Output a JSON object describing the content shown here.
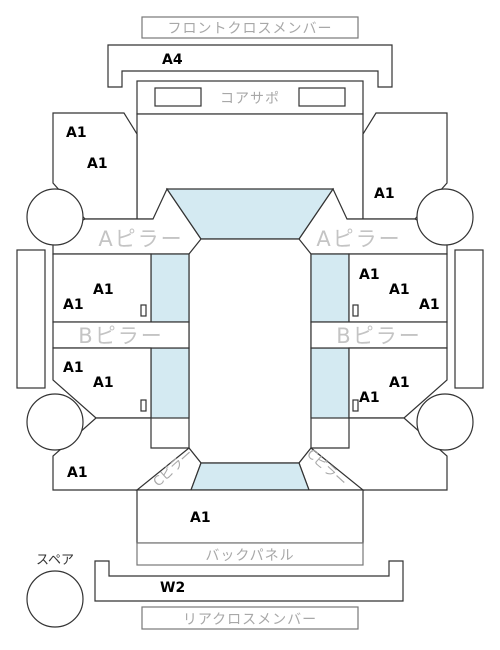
{
  "labels": {
    "front_cross_member": "フロントクロスメンバー",
    "core_support": "コアサポ",
    "a_pillar_left": "Aピラー",
    "a_pillar_right": "Aピラー",
    "b_pillar_left": "Bピラー",
    "b_pillar_right": "Bピラー",
    "c_pillar_left": "Cピラー",
    "c_pillar_right": "Cピラー",
    "back_panel": "バックパネル",
    "spare": "スペア",
    "rear_cross_member": "リアクロスメンバー"
  },
  "codes": {
    "front_cross_member": "A4",
    "front_left_upper_1": "A1",
    "front_left_upper_2": "A1",
    "front_right_upper": "A1",
    "left_front_door_1": "A1",
    "left_front_door_2": "A1",
    "right_front_door_1": "A1",
    "right_front_door_2": "A1",
    "right_front_door_3": "A1",
    "left_rear_door_1": "A1",
    "left_rear_door_2": "A1",
    "right_rear_door_1": "A1",
    "right_rear_door_2": "A1",
    "left_rear_quarter": "A1",
    "trunk": "A1",
    "rear_cross_member": "W2"
  },
  "colors": {
    "glass": "#d4eaf2",
    "outline": "#333333",
    "label_gray": "#a8a8a8"
  }
}
